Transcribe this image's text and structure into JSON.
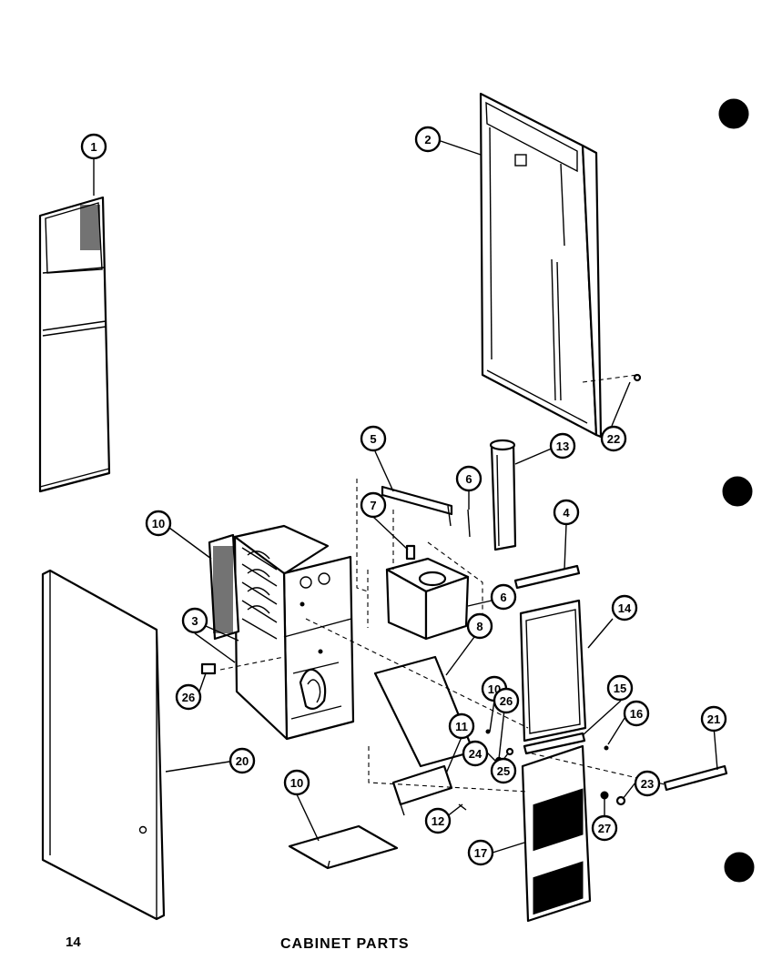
{
  "page": {
    "number": "14",
    "title": "CABINET PARTS"
  },
  "callouts": {
    "c1": "1",
    "c2": "2",
    "c3": "3",
    "c4": "4",
    "c5": "5",
    "c6a": "6",
    "c6b": "6",
    "c7": "7",
    "c8": "8",
    "c10a": "10",
    "c10b": "10",
    "c10c": "10",
    "c11": "11",
    "c12": "12",
    "c13": "13",
    "c14": "14",
    "c15": "15",
    "c16": "16",
    "c17": "17",
    "c20": "20",
    "c21": "21",
    "c22": "22",
    "c23": "23",
    "c24": "24",
    "c25": "25",
    "c26a": "26",
    "c26b": "26",
    "c27": "27"
  },
  "icons": {
    "binder-hole": "binder-hole-icon"
  }
}
